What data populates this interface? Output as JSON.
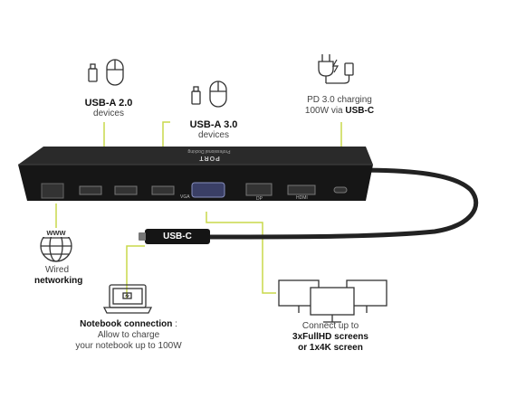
{
  "callouts": {
    "usb_a2": {
      "title": "USB-A 2.0",
      "sub": "devices"
    },
    "usb_a3": {
      "title": "USB-A 3.0",
      "sub": "devices"
    },
    "pd": {
      "line1": "PD 3.0 charging",
      "line2_prefix": "100W via ",
      "line2_bold": "USB-C"
    },
    "wired": {
      "line1": "Wired",
      "line2": "networking"
    },
    "notebook": {
      "title": "Notebook connection",
      "colon": " :",
      "line2": "Allow to  charge",
      "line3": "your notebook up to 100W"
    },
    "screens": {
      "line1": "Connect up to",
      "line2": "3xFullHD screens",
      "line3": "or 1x4K  screen"
    }
  },
  "dock": {
    "brand": "PORT",
    "subbrand": "Professional Docking",
    "port_labels": {
      "vga": "VGA",
      "dp": "DP",
      "hdmi": "HDMI"
    }
  },
  "cable_label": "USB-C",
  "icons": {
    "www": "www",
    "accent_color": "#c8d94a"
  }
}
